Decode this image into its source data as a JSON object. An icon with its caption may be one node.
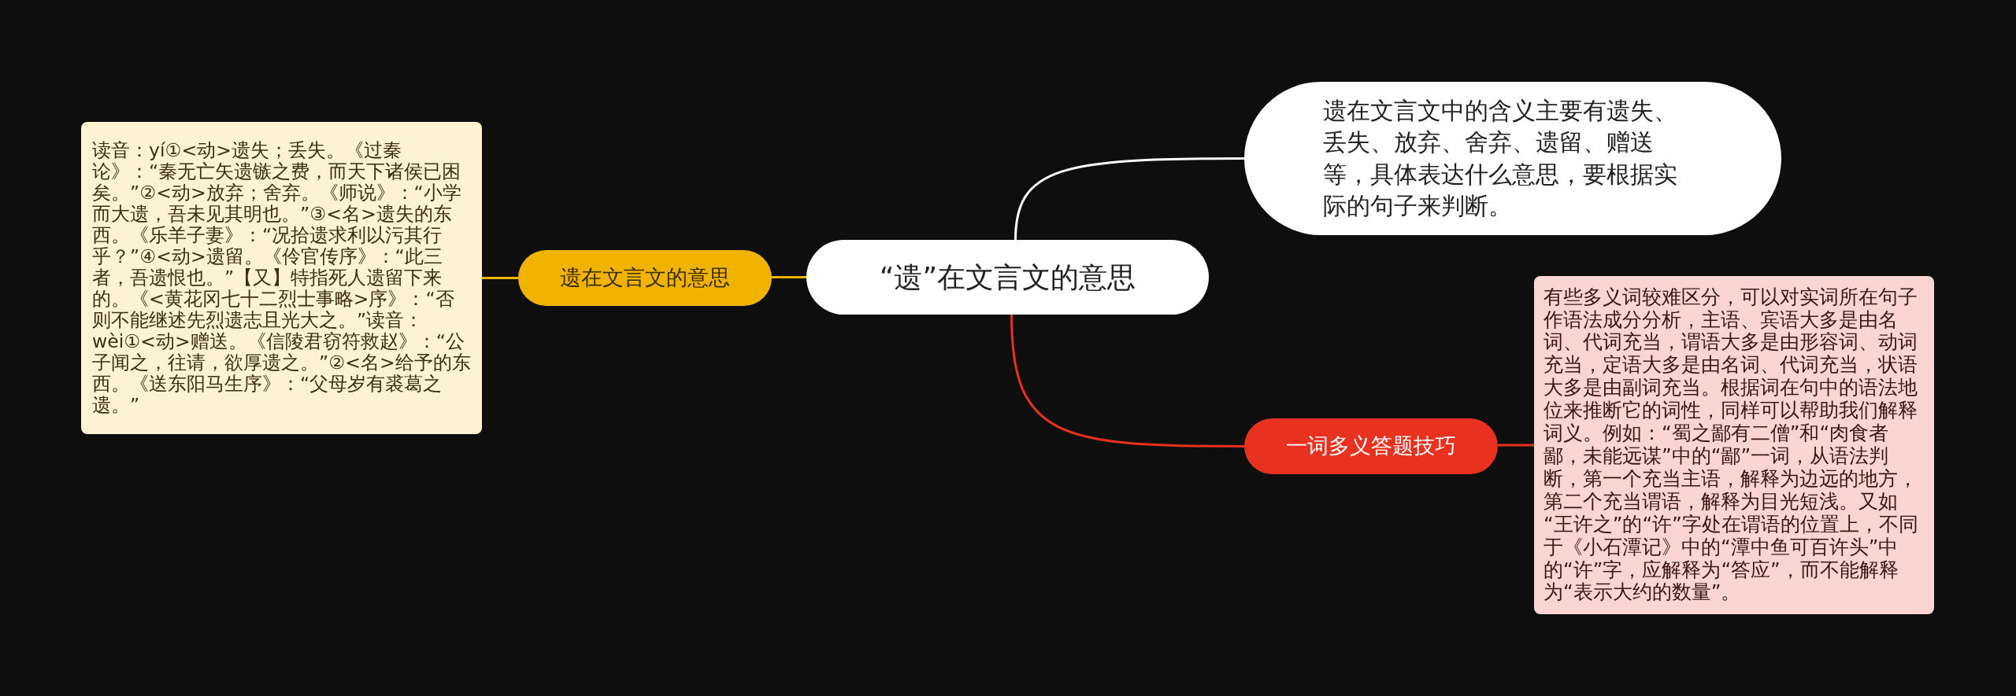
{
  "diagram": {
    "nodes": [
      {
        "text": [
          "“遗”在文言文的意思"
        ]
      },
      {
        "text": [
          "遗在文言文的意思"
        ]
      },
      {
        "text": [
          "读音：yí①<动>遗失；丢失。《过秦论》：“秦无亡矢遗镞之费，而天下诸侯已困矣。”②<动>放弃；舍弃。《师说》：“小学而大遗，吾未见其明也。”③<名>遗失的东西。《乐羊子妻》：“况拾遗求利以污其行乎？”④<动>遗留。《伶官传序》：“此三者，吾遗恨也。”【又】特指死人遗留下来的。《<黄花冈七十二烈士事略>序》：“否则不能继述先烈遗志且光大之。”读音：wèi①<动>赠送。《信陵君窃符救赵》：“公子闻之，往请，欲厚遗之。”②<名>给予的东西。《送东阳马生序》：“父母岁有裘葛之遗。”"
        ]
      },
      {
        "text": [
          "遗在文言文中的含义主要有遗失、丢失、放弃、舍弃、遗留、赠送等，具体表达什么意思，要根据实际的句子来判断。"
        ]
      },
      {
        "text": [
          "一词多义答题技巧"
        ]
      },
      {
        "text": [
          "有些多义词较难区分，可以对实词所在句子作语法成分分析，主语、宾语大多是由名词、代词充当，谓语大多是由形容词、动词充当，定语大多是由名词、代词充当，状语大多是由副词充当。根据词在句中的语法地位来推断它的词性，同样可以帮助我们解释词义。例如：“蜀之鄙有二僧”和“肉食者鄙，未能远谋”中的“鄙”一词，从语法判断，第一个充当主语，解释为边远的地方，第二个充当谓语，解释为目光短浅。又如 “王许之”的“许”字处在谓语的位置上，不同于《小石潭记》中的“潭中鱼可百许头”中的“许”字，应解释为“答应”，而不能解释为“表示大约的数量”。"
        ]
      }
    ],
    "edges": [
      {
        "from": 0,
        "to": 1,
        "arrow": "none",
        "color": "#f0b400"
      },
      {
        "from": 1,
        "to": 2,
        "arrow": "none",
        "color": "#f0b400"
      },
      {
        "from": 0,
        "to": 3,
        "arrow": "none",
        "color": "#ffffff"
      },
      {
        "from": 0,
        "to": 4,
        "arrow": "none",
        "color": "#e8311e"
      },
      {
        "from": 4,
        "to": 5,
        "arrow": "none",
        "color": "#e8311e"
      }
    ]
  }
}
